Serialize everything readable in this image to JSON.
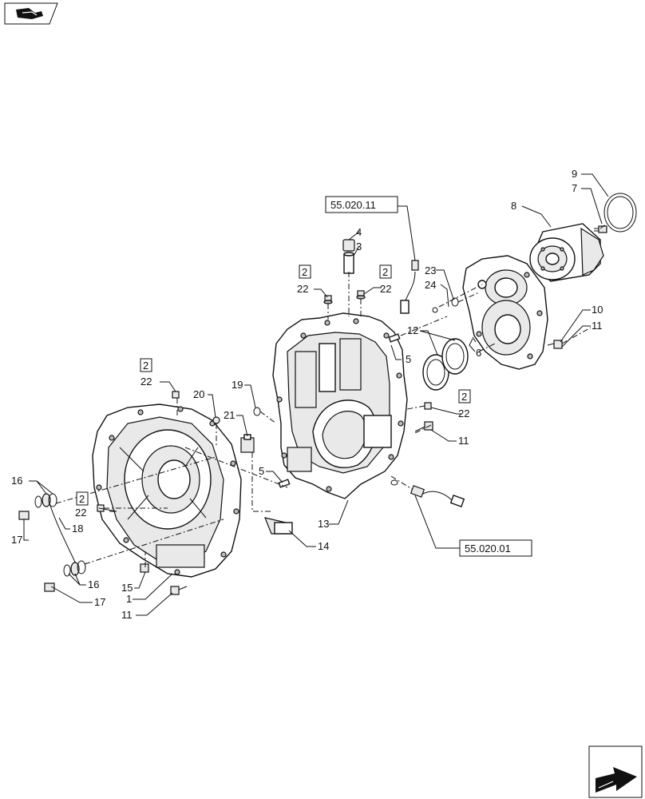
{
  "refs": {
    "ref_top": "55.020.11",
    "ref_bottom": "55.020.01"
  },
  "boxed": {
    "b1": "2",
    "b2": "2",
    "b3": "2",
    "b4": "2",
    "b5": "2"
  },
  "labels": {
    "n1": "1",
    "n3": "3",
    "n4": "4",
    "n5a": "5",
    "n5b": "5",
    "n6": "6",
    "n7": "7",
    "n8": "8",
    "n9": "9",
    "n10": "10",
    "n11a": "11",
    "n11b": "11",
    "n11c": "11",
    "n12": "12",
    "n13": "13",
    "n14": "14",
    "n15": "15",
    "n16a": "16",
    "n16b": "16",
    "n17a": "17",
    "n17b": "17",
    "n18": "18",
    "n19": "19",
    "n20": "20",
    "n21": "21",
    "n22a": "22",
    "n22b": "22",
    "n22c": "22",
    "n22d": "22",
    "n22e": "22",
    "n23": "23",
    "n24": "24"
  },
  "icons": {
    "top_left": "book-hand-icon",
    "bottom_right": "next-page-arrow-icon"
  }
}
